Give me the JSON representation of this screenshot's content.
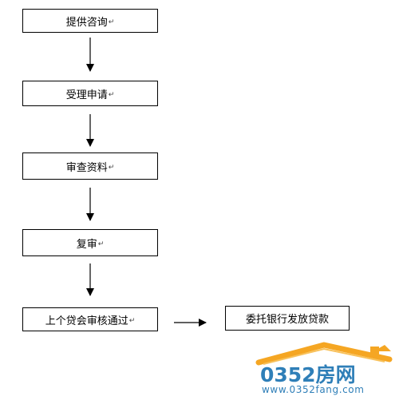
{
  "steps": [
    {
      "label": "提供咨询",
      "mark": "↵"
    },
    {
      "label": "受理申请",
      "mark": "↵"
    },
    {
      "label": "审查资料",
      "mark": "↵"
    },
    {
      "label": "复审",
      "mark": "↵"
    },
    {
      "label": "上个贷会审核通过",
      "mark": "↵"
    }
  ],
  "final_step": {
    "label": "委托银行发放贷款"
  },
  "watermark": {
    "brand": "0352房网",
    "url": "www.0352fang.com"
  },
  "colors": {
    "border": "#000000",
    "watermark_blue": "#2f7fb8",
    "watermark_orange": "#f5a623"
  }
}
